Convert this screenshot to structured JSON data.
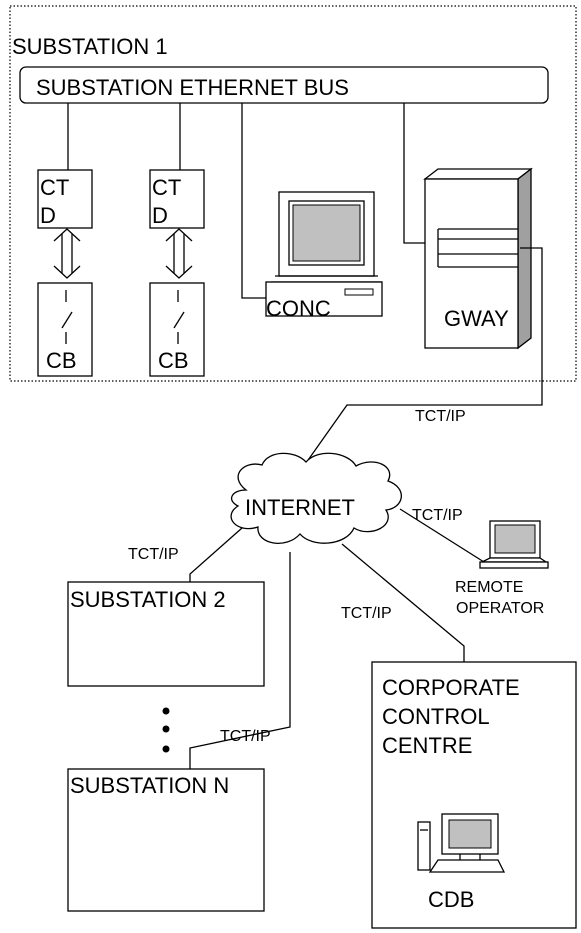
{
  "substation1": {
    "title": "SUBSTATION 1",
    "bus_label": "SUBSTATION ETHERNET BUS",
    "devices": [
      {
        "top": "CT",
        "bottom": "D",
        "breaker": "CB"
      },
      {
        "top": "CT",
        "bottom": "D",
        "breaker": "CB"
      }
    ],
    "concentrator": "CONC",
    "gateway": "GWAY"
  },
  "network": {
    "internet": "INTERNET",
    "link_labels": {
      "gateway": "TCT/IP",
      "substation2": "TCT/IP",
      "remote": "TCT/IP",
      "corporate": "TCT/IP",
      "substationN": "TCT/IP"
    }
  },
  "remote_operator": {
    "line1": "REMOTE",
    "line2": "OPERATOR"
  },
  "substation2": {
    "title": "SUBSTATION 2"
  },
  "substationN": {
    "title": "SUBSTATION N"
  },
  "corporate": {
    "line1": "CORPORATE",
    "line2": "CONTROL",
    "line3": "CENTRE",
    "db_label": "CDB"
  },
  "colors": {
    "stroke": "#000000",
    "monitor_grey": "#c0c0c0",
    "gateway_grey": "#a0a0a0",
    "background": "#ffffff"
  }
}
